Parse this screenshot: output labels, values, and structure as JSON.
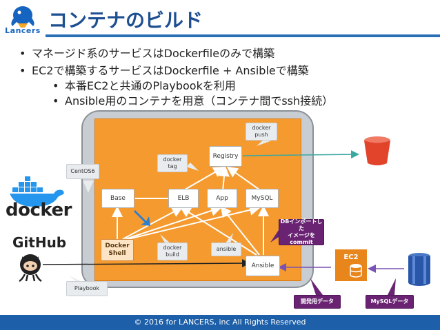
{
  "header": {
    "logo_text": "Lancers",
    "title": "コンテナのビルド"
  },
  "bullets": [
    {
      "level": 1,
      "text": "マネージド系のサービスはDockerfileのみで構築"
    },
    {
      "level": 1,
      "text": "EC2で構築するサービスはDockerfile + Ansibleで構築"
    },
    {
      "level": 2,
      "text": "本番EC2と共通のPlaybookを利用"
    },
    {
      "level": 2,
      "text": "Ansible用のコンテナを用意（コンテナ間でssh接続）"
    }
  ],
  "bullet_marks": {
    "level1": "•",
    "level2": "•"
  },
  "diagram": {
    "registry": "Registry",
    "base": "Base",
    "elb": "ELB",
    "app": "App",
    "mysql": "MySQL",
    "docker_shell": "Docker\nShell",
    "ansible_box": "Ansible",
    "callouts": {
      "docker_push": "docker\npush",
      "docker_tag": "docker\ntag",
      "centos6": "CentOS6",
      "docker_build": "docker\nbuild",
      "ansible": "ansible",
      "db_import": "DBインポートした\nイメージを\ncommit",
      "playbook": "Playbook",
      "dev_data": "開発用データ",
      "mysql_data": "MySQLデータ"
    },
    "ec2_label": "EC2"
  },
  "logos": {
    "docker_wordmark": "docker",
    "github_wordmark": "GitHub"
  },
  "colors": {
    "title": "#1d4f91",
    "accent": "#2a6fb5",
    "container_bg": "#f59a2e",
    "frame": "#c8cdd3",
    "callout_purple": "#6a2373",
    "docker_blue": "#2496ed",
    "s3_red": "#e2432b",
    "ec2_orange": "#e8851b"
  },
  "footer": {
    "text": "© 2016 for LANCERS, inc All Rights Reserved"
  }
}
